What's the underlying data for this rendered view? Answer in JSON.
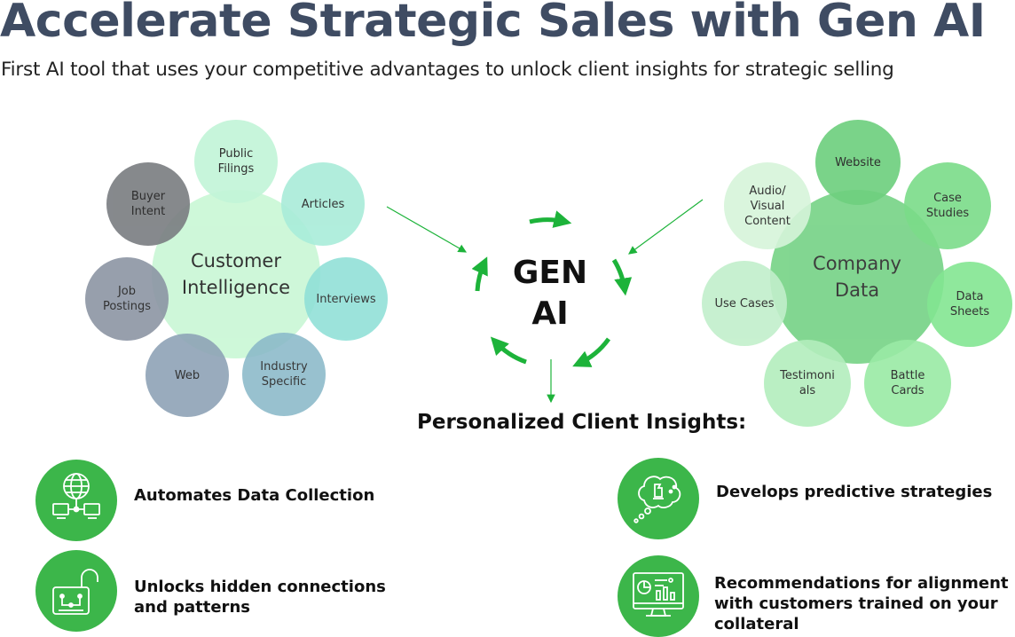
{
  "header": {
    "title": "Accelerate Strategic Sales with Gen AI",
    "subtitle": "First AI tool that uses your competitive advantages to unlock client insights for strategic selling"
  },
  "customer_intelligence": {
    "hub": [
      "Customer",
      "Intelligence"
    ],
    "sources": [
      {
        "label": [
          "Public",
          "Filings"
        ]
      },
      {
        "label": [
          "Articles"
        ]
      },
      {
        "label": [
          "Interviews"
        ]
      },
      {
        "label": [
          "Industry",
          "Specific"
        ]
      },
      {
        "label": [
          "Web"
        ]
      },
      {
        "label": [
          "Job",
          "Postings"
        ]
      },
      {
        "label": [
          "Buyer",
          "Intent"
        ]
      }
    ]
  },
  "company_data": {
    "hub": [
      "Company",
      "Data"
    ],
    "sources": [
      {
        "label": [
          "Website"
        ]
      },
      {
        "label": [
          "Case",
          "Studies"
        ]
      },
      {
        "label": [
          "Data",
          "Sheets"
        ]
      },
      {
        "label": [
          "Battle",
          "Cards"
        ]
      },
      {
        "label": [
          "Testimoni",
          "als"
        ]
      },
      {
        "label": [
          "Use Cases"
        ]
      },
      {
        "label": [
          "Audio/",
          "Visual",
          "Content"
        ]
      }
    ]
  },
  "center": {
    "line1": "GEN",
    "line2": "AI"
  },
  "insights_heading": "Personalized Client Insights:",
  "features": [
    {
      "icon": "network-globe-icon",
      "lines": [
        "Automates Data Collection"
      ]
    },
    {
      "icon": "unlocked-padlock-circuit-icon",
      "lines": [
        "Unlocks hidden connections",
        "and patterns"
      ]
    },
    {
      "icon": "brain-chess-thought-icon",
      "lines": [
        "Develops predictive strategies"
      ]
    },
    {
      "icon": "monitor-dashboard-icon",
      "lines": [
        "Recommendations for alignment",
        "with customers trained on your",
        "collateral"
      ]
    }
  ],
  "colors": {
    "title": "#3f4c63",
    "accent_green": "#3cb64a",
    "arrow_green": "#1db33a"
  }
}
